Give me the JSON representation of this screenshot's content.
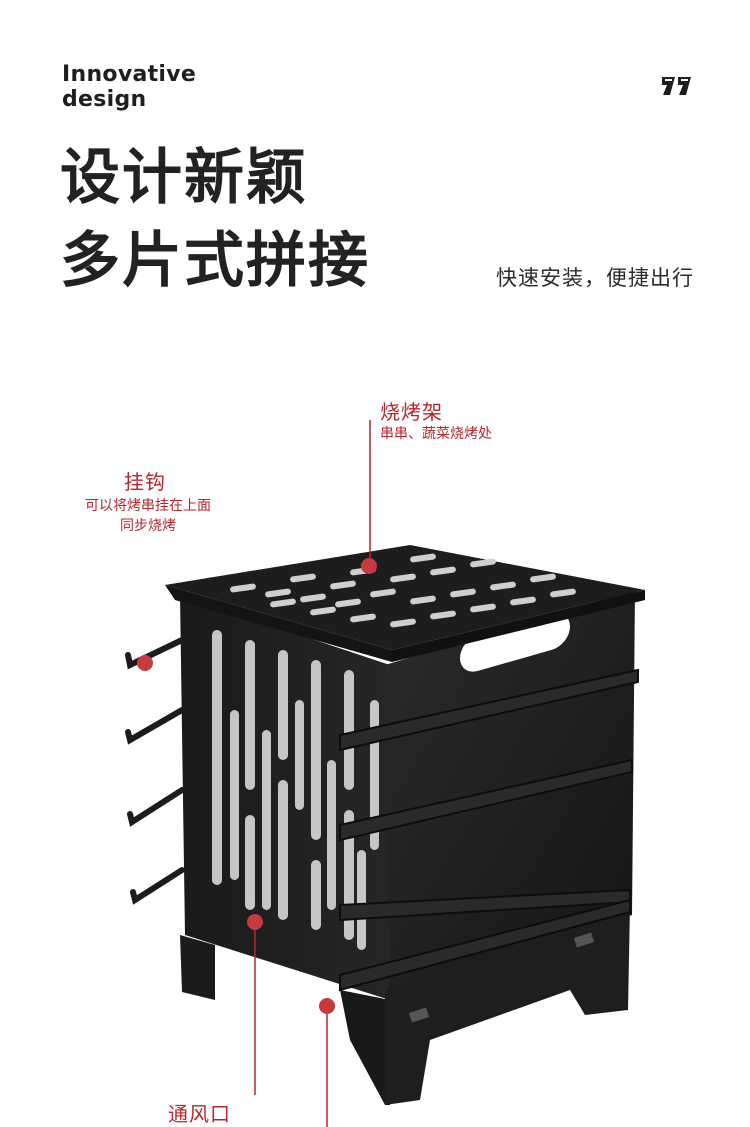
{
  "header": {
    "en_title_line1": "Innovative",
    "en_title_line2": "design",
    "cn_title_line1": "设计新颖",
    "cn_title_line2": "多片式拼接",
    "subtitle": "快速安装，便捷出行",
    "logo_icon": "quote-mark-icon"
  },
  "callouts": {
    "rack": {
      "title": "烧烤架",
      "desc": "串串、蔬菜烧烤处"
    },
    "hook": {
      "title": "挂钩",
      "desc_line1": "可以将烤串挂在上面",
      "desc_line2": "同步烧烤"
    },
    "vent": {
      "title": "通风口"
    }
  },
  "colors": {
    "accent": "#b8262c",
    "stove": "#1c1c1c",
    "background": "#ffffff"
  }
}
